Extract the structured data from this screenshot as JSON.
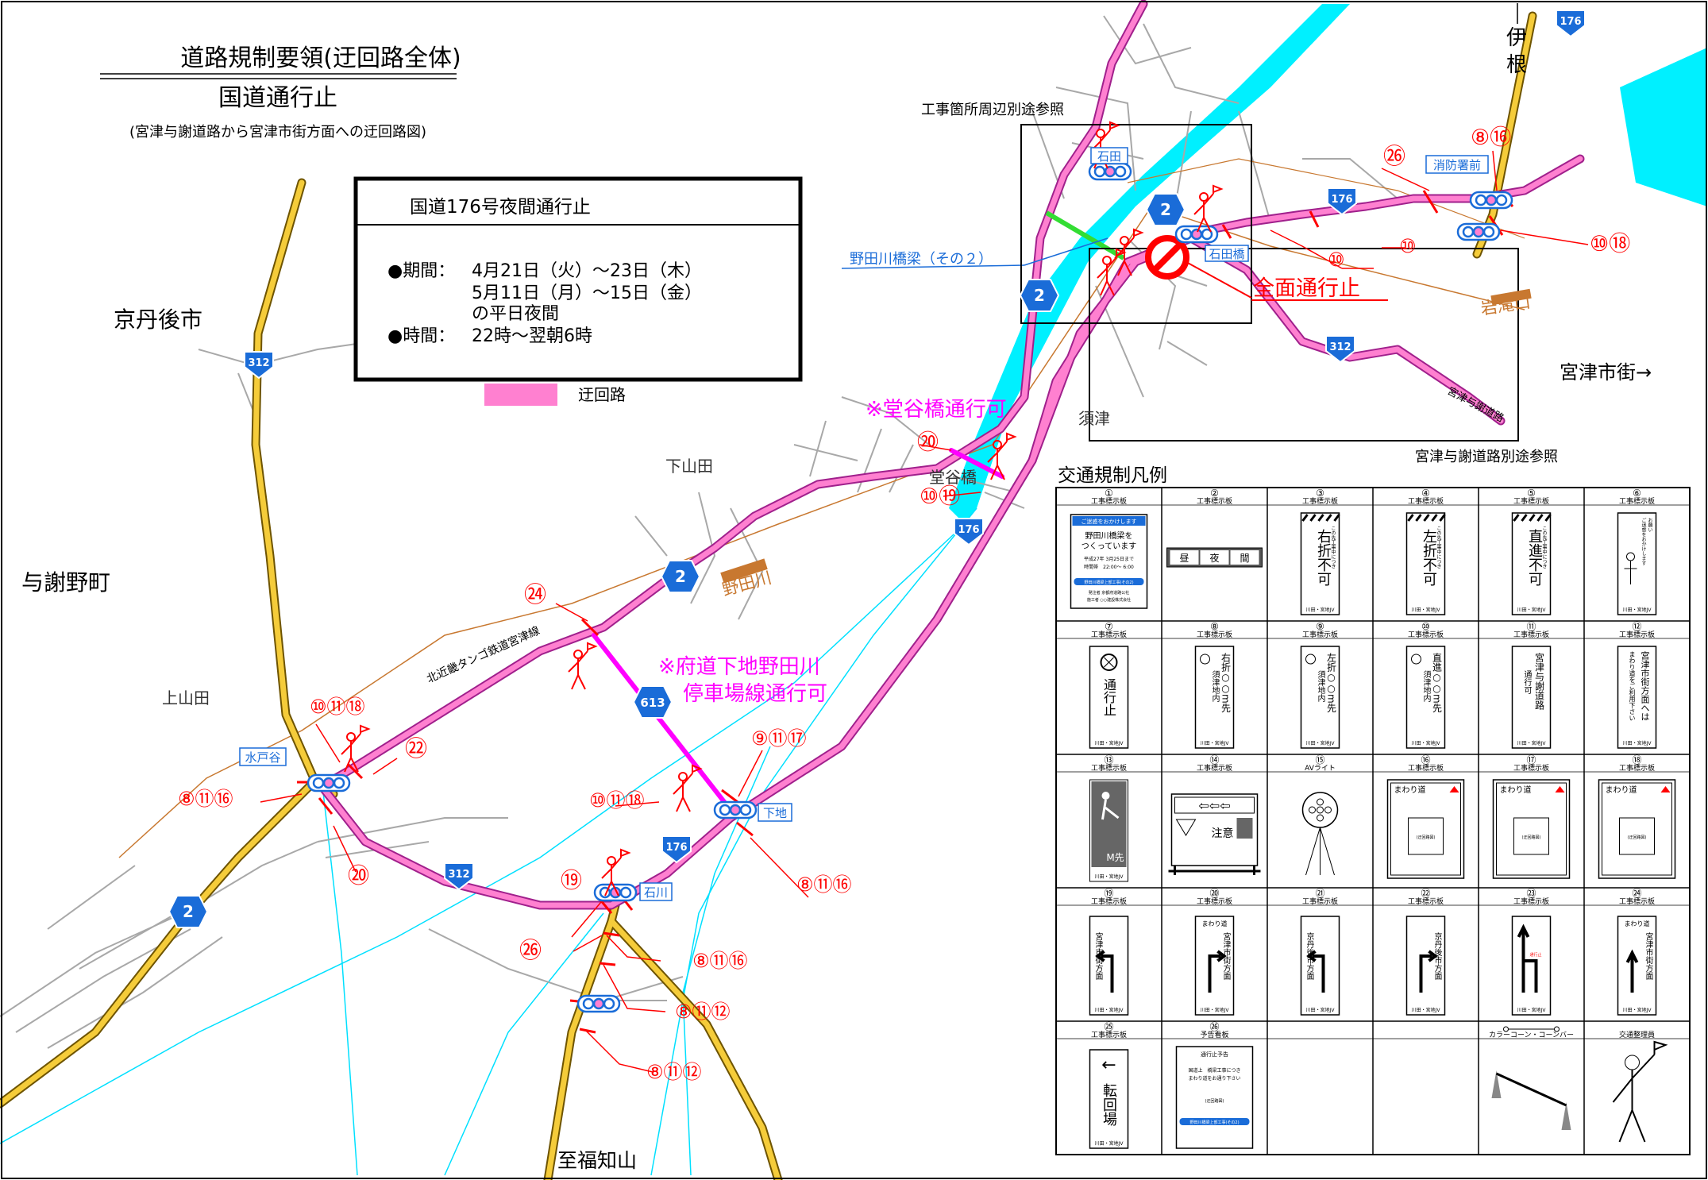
{
  "title": {
    "main": "道路規制要領(迂回路全体)",
    "sub": "国道通行止",
    "note": "(宮津与謝道路から宮津市街方面への迂回路図)"
  },
  "infobox": {
    "heading": "国道176号夜間通行止",
    "period_label": "●期間：",
    "period1": "4月21日（火）～23日（木）",
    "period2": "5月11日（月）～15日（金）",
    "period3": "の平日夜間",
    "time_label": "●時間：",
    "time": "22時～翌朝6時"
  },
  "legend_route": {
    "label": "迂回路",
    "color": "#ff80d0"
  },
  "colors": {
    "detour": "#ff80d0",
    "detour_edge": "#a0208c",
    "road": "#f5cc3a",
    "road_edge": "#6e5400",
    "river": "#00f0ff",
    "regulation": "#ff0000",
    "railway": "#c87830",
    "shield": "#1a6cd8",
    "annot_magenta": "#ff00ff",
    "sign_blue": "#1a6cd8"
  },
  "places": {
    "kyotango": "京丹後市",
    "yosano": "与謝野町",
    "shimoyamada": "下山田",
    "kamiyamada": "上山田",
    "suzu": "須津",
    "iwataki": "岩滝口",
    "nodagawa": "野田川",
    "miyazu": "宮津市街→",
    "ine1": "伊",
    "ine2": "根",
    "fukuchiyama": "至福知山",
    "doyabashi_place": "堂谷橋",
    "railway": "北近畿タンゴ鉄道宮津線",
    "miyazu_road": "宮津与謝道路"
  },
  "labels": {
    "construction_ref": "工事箇所周辺別途参照",
    "miyazu_ref": "宮津与謝道路別途参照",
    "bridge": "野田川橋梁（その２）",
    "closure": "全面通行止",
    "doya_ok": "※堂谷橋通行可",
    "prefroad_ok1": "※府道下地野田川",
    "prefroad_ok2": "停車場線通行可"
  },
  "signals": {
    "ishida": "石田",
    "ishidabashi": "石田橋",
    "shobosho": "消防署前",
    "mizudani": "水戸谷",
    "shimochi": "下地",
    "ishikawa": "石川"
  },
  "routes": {
    "r2": "2",
    "r176": "176",
    "r312": "312",
    "r613": "613"
  },
  "callouts": {
    "c26a": "㉖",
    "c816a": "⑧⑯",
    "c1018a": "⑩⑱",
    "c10a": "⑩",
    "c10b": "⑩",
    "c20a": "⑳",
    "c1019": "⑩⑲",
    "c24": "㉔",
    "c101118a": "⑩⑪⑱",
    "c22": "㉒",
    "c81116a": "⑧⑪⑯",
    "c20b": "⑳",
    "c91117": "⑨⑪⑰",
    "c101118b": "⑩⑪⑱",
    "c19": "⑲",
    "c81116b": "⑧⑪⑯",
    "c26b": "㉖",
    "c81116c": "⑧⑪⑯",
    "c81112a": "⑧⑪⑫",
    "c81112b": "⑧⑪⑫"
  },
  "legend": {
    "title": "交通規制凡例",
    "cells": [
      {
        "num": "①",
        "cat": "工事標示板"
      },
      {
        "num": "②",
        "cat": "工事標示板"
      },
      {
        "num": "③",
        "cat": "工事標示板"
      },
      {
        "num": "④",
        "cat": "工事標示板"
      },
      {
        "num": "⑤",
        "cat": "工事標示板"
      },
      {
        "num": "⑥",
        "cat": "工事標示板"
      },
      {
        "num": "⑦",
        "cat": "工事標示板"
      },
      {
        "num": "⑧",
        "cat": "工事標示板"
      },
      {
        "num": "⑨",
        "cat": "工事標示板"
      },
      {
        "num": "⑩",
        "cat": "工事標示板"
      },
      {
        "num": "⑪",
        "cat": "工事標示板"
      },
      {
        "num": "⑫",
        "cat": "工事標示板"
      },
      {
        "num": "⑬",
        "cat": "工事標示板"
      },
      {
        "num": "⑭",
        "cat": "工事標示板"
      },
      {
        "num": "⑮",
        "cat": "AVライト"
      },
      {
        "num": "⑯",
        "cat": "工事標示板"
      },
      {
        "num": "⑰",
        "cat": "工事標示板"
      },
      {
        "num": "⑱",
        "cat": "工事標示板"
      },
      {
        "num": "⑲",
        "cat": "工事標示板"
      },
      {
        "num": "⑳",
        "cat": "工事標示板"
      },
      {
        "num": "㉑",
        "cat": "工事標示板"
      },
      {
        "num": "㉒",
        "cat": "工事標示板"
      },
      {
        "num": "㉓",
        "cat": "工事標示板"
      },
      {
        "num": "㉔",
        "cat": "工事標示板"
      },
      {
        "num": "㉕",
        "cat": "工事標示板"
      },
      {
        "num": "㉖",
        "cat": "予告看板"
      },
      {
        "num": "",
        "cat": ""
      },
      {
        "num": "",
        "cat": ""
      },
      {
        "num": "",
        "cat": "カラーコーン・コーンバー"
      },
      {
        "num": "",
        "cat": "交通整理員"
      }
    ],
    "sign_texts": {
      "s1_head": "ご迷惑をおかけします",
      "s1_l1": "野田川橋梁を",
      "s1_l2": "つくっています",
      "s1_l3": "平成27年 3月25日まで",
      "s1_l4": "時間帯　22:00～ 6:00",
      "s1_bar": "野田川橋梁上部工事(その2)",
      "s1_l5": "発注者 京都府道路公社",
      "s1_l6": "施工者 ○○建設株式会社",
      "s2_a": "昼",
      "s2_b": "夜",
      "s2_c": "間",
      "s3_a": "右折不可",
      "s3_b": "この先工事中につき",
      "s4_a": "左折不可",
      "s4_b": "この先工事中につき",
      "s5_a": "直進不可",
      "s5_b": "この先工事中につき",
      "s6_a": "お願い",
      "s6_b": "ご迷惑をおかけします",
      "s7": "通行止",
      "s8_a": "右折○○m先",
      "s8_b": "須津地内",
      "s9_a": "左折○○m先",
      "s9_b": "須津地内",
      "s10_a": "直進○○m先",
      "s10_b": "須津地内",
      "s11_a": "宮津与謝道路",
      "s11_b": "通行可",
      "s12_a": "宮津市街方面へは",
      "s12_b": "まわり道をご利用下さい",
      "s13": "M先",
      "s14": "注意",
      "s16_head": "まわり道",
      "s17_head": "まわり道",
      "s18_head": "まわり道",
      "detour_map": "(迂回路図)",
      "s19": "宮津市街方面",
      "s20": "宮津市街方面",
      "s20_head": "まわり道",
      "s21": "京丹後市方面",
      "s22": "京丹後市方面",
      "s23": "通行止",
      "s24": "宮津市街方面",
      "s24_head": "まわり道",
      "s25": "転回場",
      "s26_head": "通行止予告",
      "s26_l1": "国道上　橋梁工事につき",
      "s26_l2": "まわり道をお通り下さい",
      "s26_bar": "野田川橋梁上部工事(その2)",
      "footer": "川田・宮地JV"
    }
  }
}
